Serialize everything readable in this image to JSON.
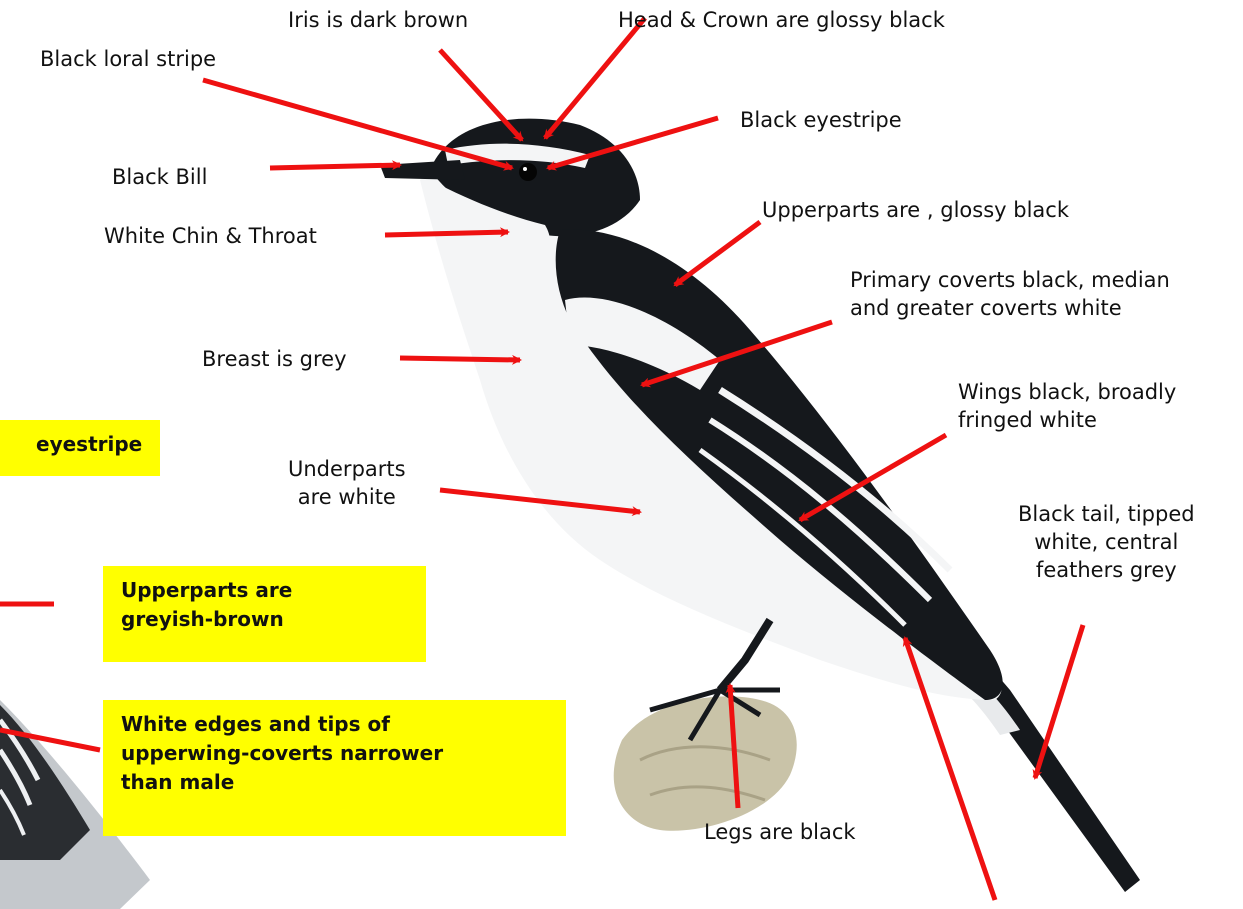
{
  "labels": {
    "iris": "Iris is dark brown",
    "head_crown": "Head & Crown  are  glossy black",
    "loral": "Black loral stripe",
    "eyestripe": "Black eyestripe",
    "bill": "Black Bill",
    "chin": "White Chin & Throat",
    "upperparts": "Upperparts are  , glossy black",
    "coverts": [
      "Primary coverts black, median",
      "and greater coverts white"
    ],
    "breast": "Breast is grey",
    "wings": [
      "Wings black, broadly",
      "fringed white"
    ],
    "underparts": [
      "Underparts",
      "are white"
    ],
    "tail": [
      "Black tail, tipped",
      "white, central",
      "feathers grey"
    ],
    "legs": "Legs are black"
  },
  "female_boxes": {
    "eyestripe": "eyestripe",
    "upperparts": [
      "Upperparts  are",
      "greyish-brown"
    ],
    "wing_coverts": [
      " White edges and tips of",
      "upperwing-coverts  narrower",
      "than male"
    ]
  },
  "colors": {
    "arrow": "#ee1111",
    "highlight": "#ffff00",
    "plumage_black": "#15181c",
    "plumage_white": "#f4f5f6",
    "perch": "#c9c3a8"
  }
}
